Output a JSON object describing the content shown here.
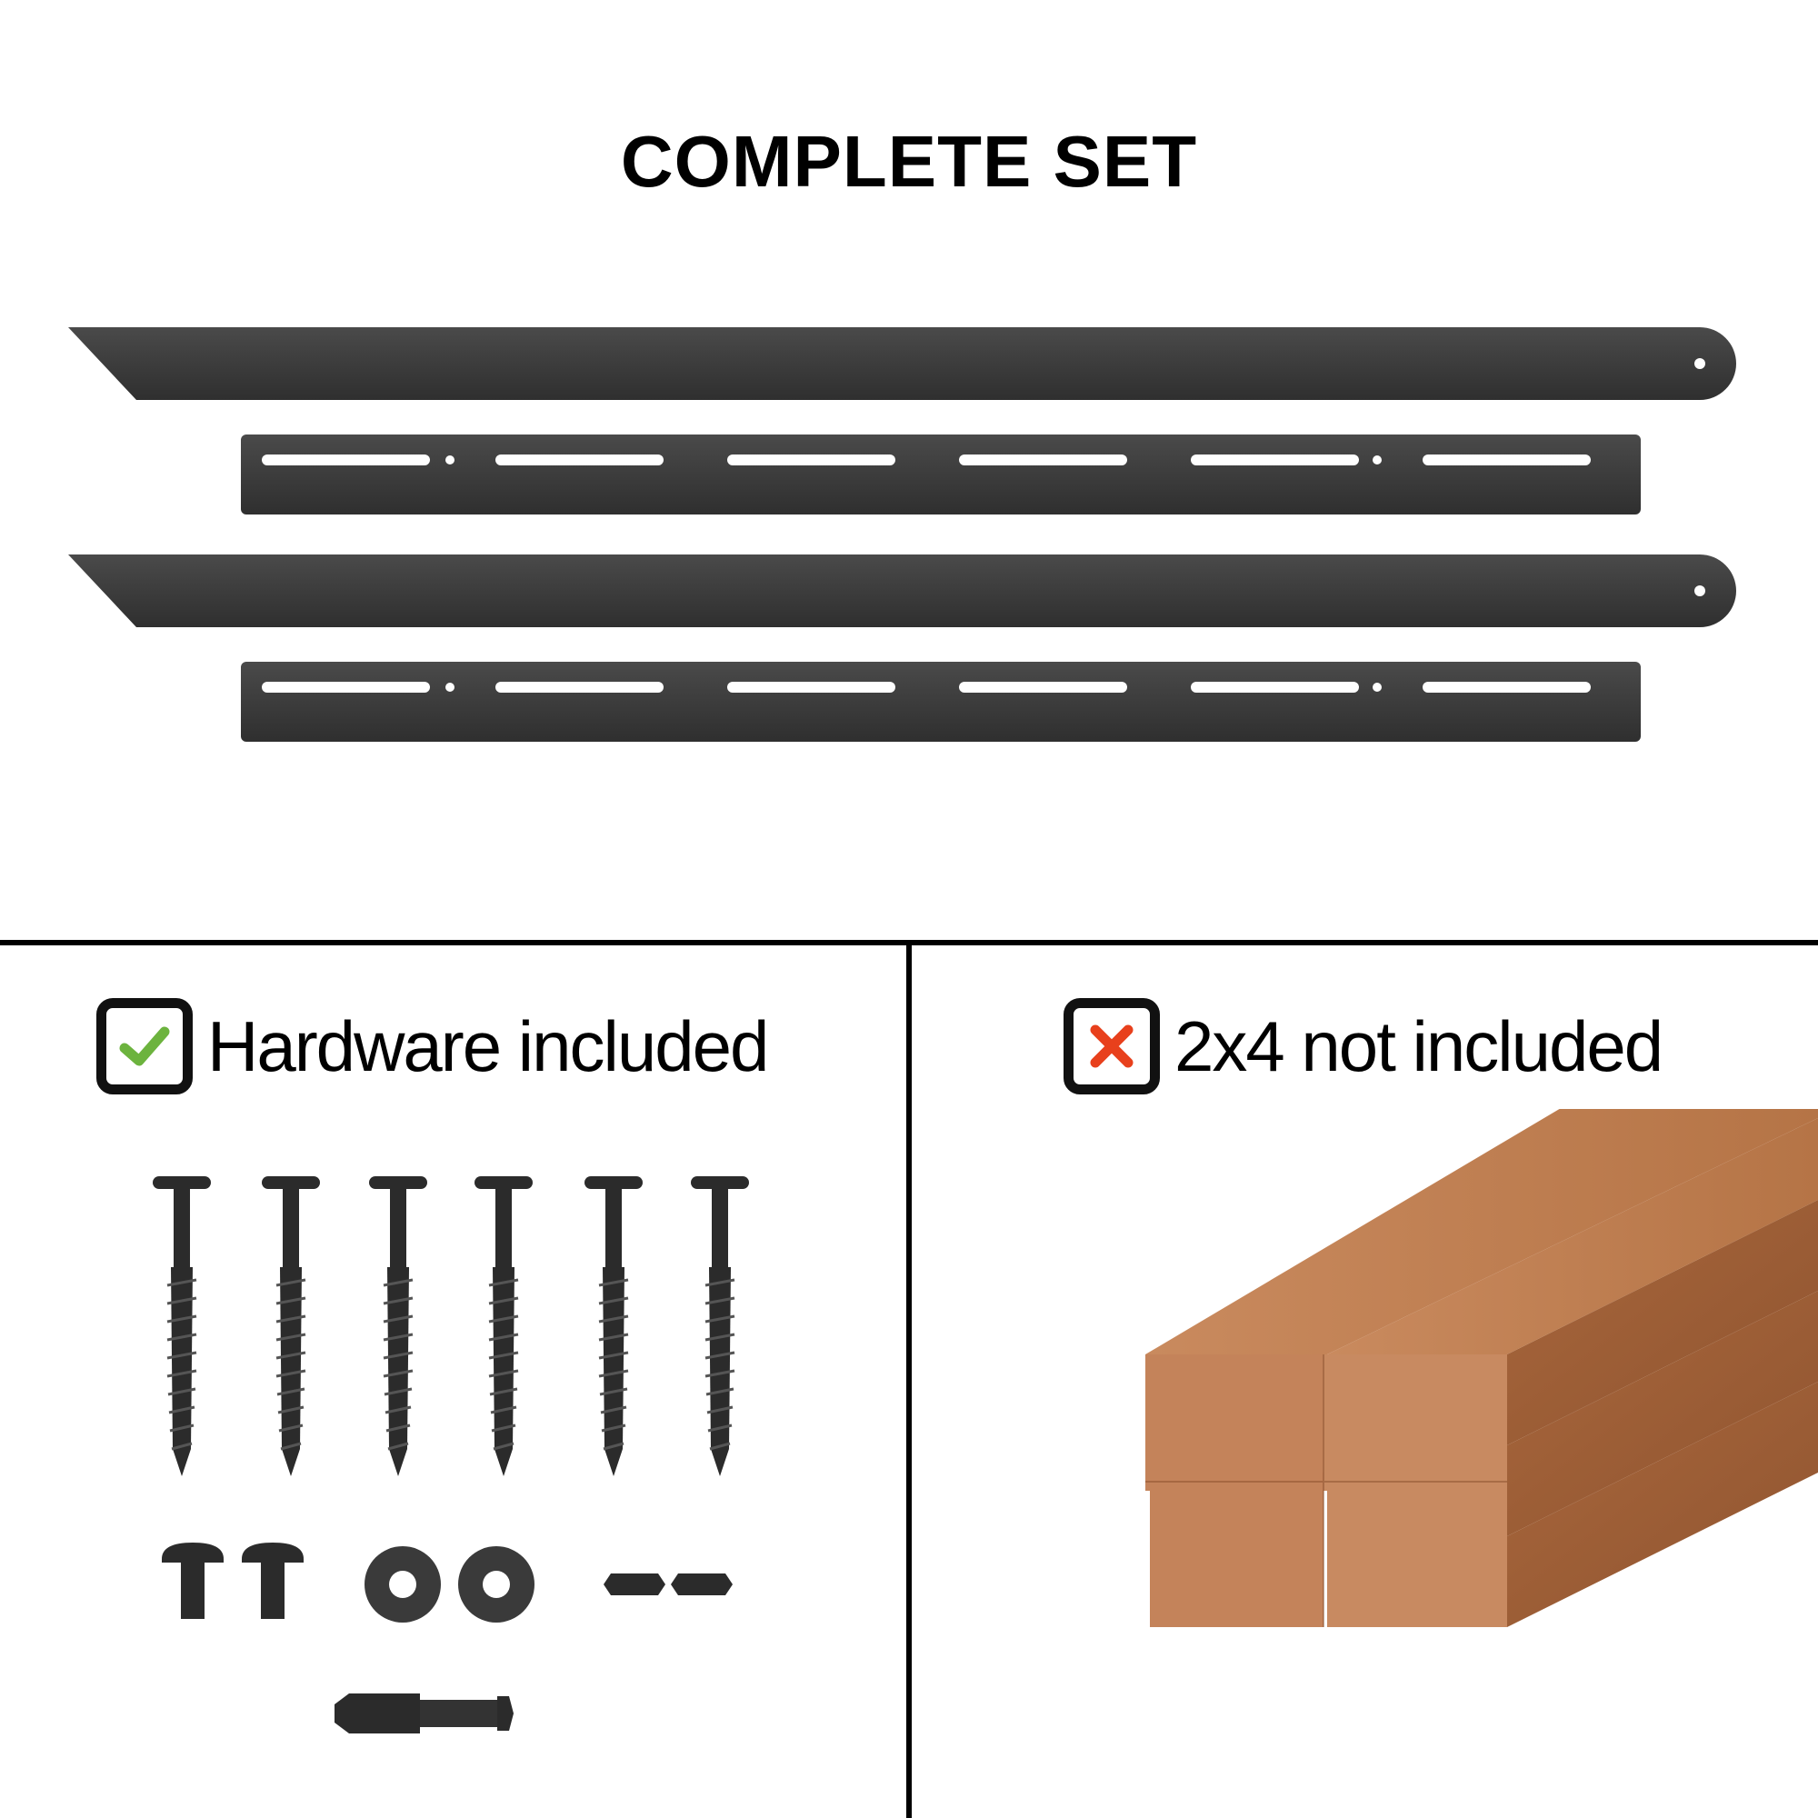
{
  "title": "COMPLETE SET",
  "included": {
    "label": "Hardware included",
    "icon": "checkmark-icon",
    "icon_color": "#6cb33e"
  },
  "not_included": {
    "label": "2x4 not included",
    "icon": "x-icon",
    "icon_color": "#e8401c"
  },
  "colors": {
    "metal": "#3a3a3a",
    "wood": "#b9764a"
  }
}
